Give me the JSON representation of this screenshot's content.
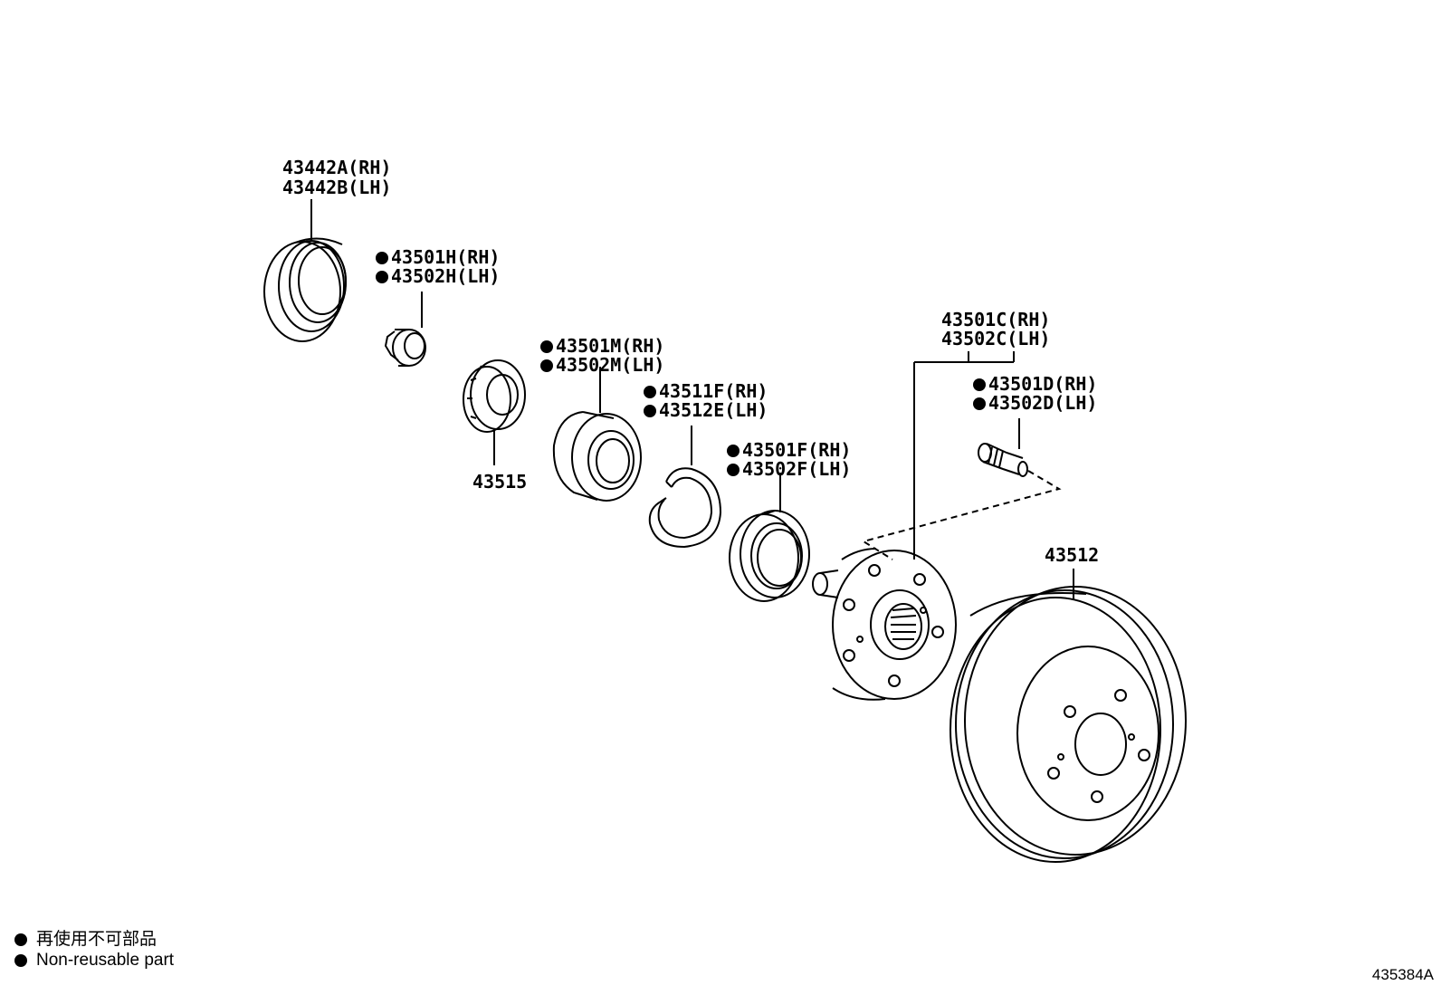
{
  "parts": {
    "hub_cover": {
      "rh": "43442A(RH)",
      "lh": "43442B(LH)"
    },
    "plug": {
      "rh": "43501H(RH)",
      "lh": "43502H(LH)"
    },
    "nut": {
      "label": "43515"
    },
    "bearing": {
      "rh": "43501M(RH)",
      "lh": "43502M(LH)"
    },
    "snap_ring": {
      "rh": "43511F(RH)",
      "lh": "43512E(LH)"
    },
    "oil_seal": {
      "rh": "43501F(RH)",
      "lh": "43502F(LH)"
    },
    "hub": {
      "rh": "43501C(RH)",
      "lh": "43502C(LH)"
    },
    "hub_bolt": {
      "rh": "43501D(RH)",
      "lh": "43502D(LH)"
    },
    "disc": {
      "label": "43512"
    }
  },
  "legend": {
    "line1": "再使用不可部品",
    "line2": "Non-reusable part"
  },
  "diagram_code": "435384A"
}
